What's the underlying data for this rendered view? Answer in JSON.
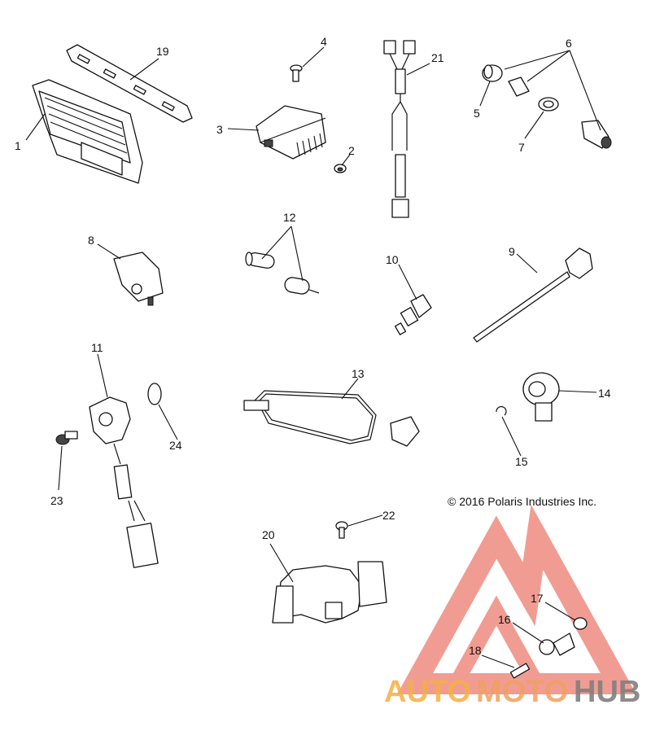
{
  "copyright": "© 2016 Polaris Industries Inc.",
  "watermark": {
    "part1": "AUTO",
    "part2": "MOTO",
    "part3": "HUB",
    "color_orange": "#f5b041",
    "color_red": "#e74c3c",
    "color_gray": "#808080"
  },
  "callouts": [
    "1",
    "2",
    "3",
    "4",
    "5",
    "6",
    "7",
    "8",
    "9",
    "10",
    "11",
    "12",
    "13",
    "14",
    "15",
    "16",
    "17",
    "18",
    "19",
    "20",
    "21",
    "22",
    "23",
    "24"
  ]
}
